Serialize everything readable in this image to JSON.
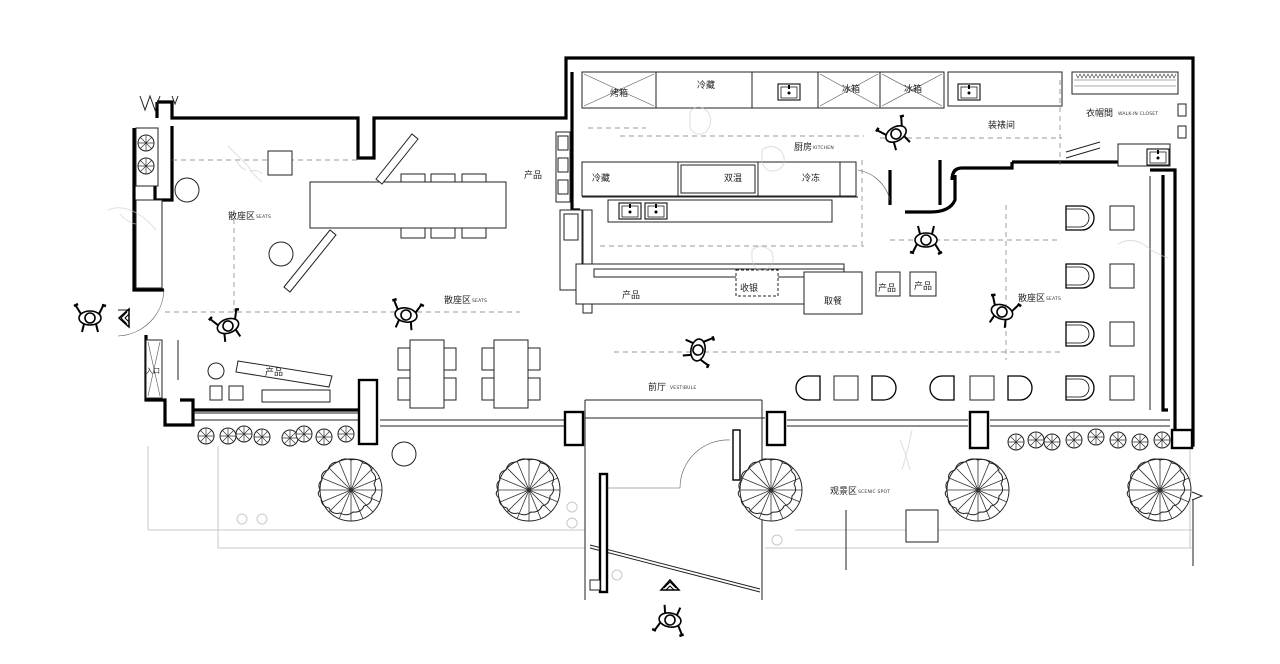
{
  "labels": {
    "seats_left": "散座区",
    "seats_left_en": "SEATS",
    "seats_center": "散座区",
    "seats_center_en": "SEATS",
    "seats_right": "散座区",
    "seats_right_en": "SEATS",
    "product_top": "产品",
    "product_left": "产品",
    "product_counter": "产品",
    "product_box1": "产品",
    "product_box2": "产品",
    "cashier": "收银",
    "pickup": "取餐",
    "kitchen": "厨房",
    "kitchen_en": "KITCHEN",
    "cold_storage_top": "冷藏",
    "cold_storage": "冷藏",
    "double_temp": "双温",
    "freezer": "冷冻",
    "fridge_1": "冰箱",
    "fridge_2": "冰箱",
    "oven": "烤箱",
    "dressing": "装裱间",
    "cloakroom": "衣帽間",
    "cloakroom_en": "WALK-IN CLOSET",
    "vestibule": "前厅",
    "vestibule_en": "VESTIBULE",
    "scenic": "观景区",
    "scenic_en": "SCENIC SPOT",
    "left_entry": "入口"
  },
  "icons": {
    "entrance_arrow_left": "entrance-arrow-icon",
    "entrance_arrow_bottom": "entrance-arrow-icon",
    "person": "person-topview-icon",
    "tree": "tree-topview-icon",
    "sink": "sink-icon"
  },
  "colors": {
    "walls": "#000000",
    "lines": "#222222",
    "ghost": "#c9c9c9",
    "background": "#ffffff"
  }
}
